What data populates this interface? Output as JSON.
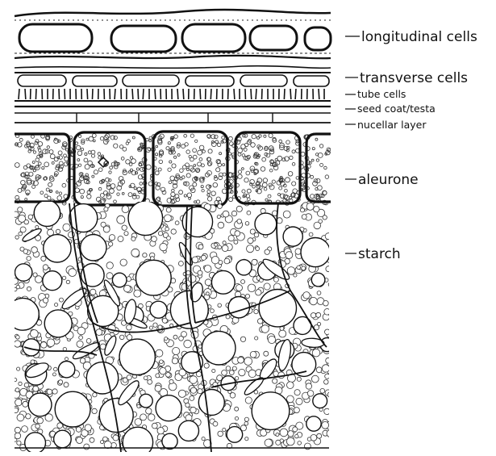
{
  "labels": {
    "longitudinal": "longitudinal cells",
    "transverse": "transverse cells",
    "tube": "tube cells",
    "testa": "seed coat/testa",
    "nucellar": "nucellar layer",
    "aleurone": "aleurone",
    "starch": "starch"
  }
}
